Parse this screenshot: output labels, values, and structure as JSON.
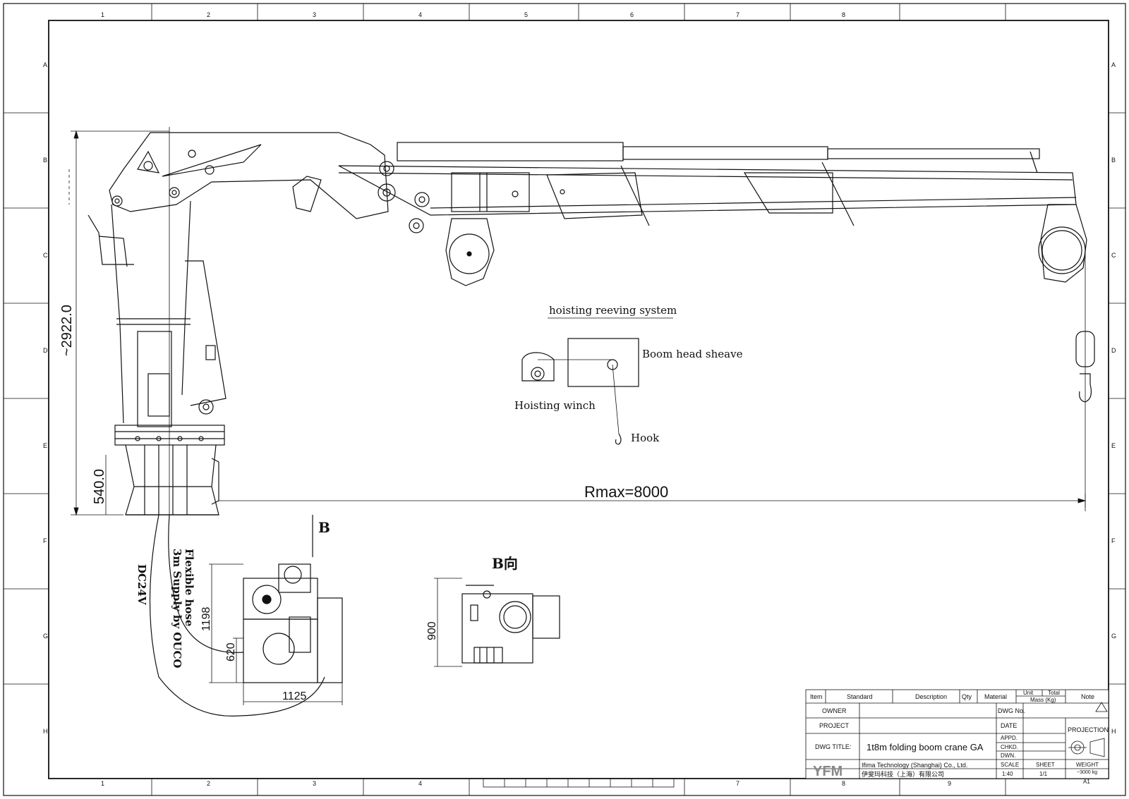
{
  "border": {
    "columns_top": [
      "1",
      "2",
      "3",
      "4",
      "5",
      "6",
      "7",
      "8"
    ],
    "columns_bottom": [
      "1",
      "2",
      "3",
      "4",
      "7",
      "8",
      "9"
    ],
    "rows": [
      "A",
      "B",
      "C",
      "D",
      "E",
      "F",
      "G",
      "H"
    ]
  },
  "crane": {
    "height_dim": "~2922.0",
    "base_dim": "540.0",
    "reach_label": "Rmax=8000"
  },
  "reeving": {
    "title": "hoisting reeving system",
    "sheave_label": "Boom head sheave",
    "winch_label": "Hoisting winch",
    "hook_label": "Hook"
  },
  "power_unit": {
    "view_marker": "B",
    "dc_label": "DC24V",
    "hose_label_1": "Flexible hose",
    "hose_label_2": "3m Supply by OUCO",
    "dim_height": "1198",
    "dim_mid": "620",
    "dim_width": "1125"
  },
  "view_b": {
    "title": "B向",
    "dim_height": "900"
  },
  "title_block": {
    "headers": {
      "item": "Item",
      "standard": "Standard",
      "description": "Description",
      "qty": "Qty",
      "material": "Material",
      "unit": "Unit",
      "total": "Total",
      "mass": "Mass (Kg)",
      "note": "Note"
    },
    "owner": "OWNER",
    "project": "PROJECT",
    "dwg_title_label": "DWG TITLE:",
    "dwg_title": "1t8m folding boom crane GA",
    "dwg_no": "DWG No.",
    "date": "DATE",
    "appd": "APPD.",
    "chkd": "CHKD.",
    "dwn": "DWN.",
    "projection": "PROJECTION",
    "logo": "YFM",
    "company_en": "Ifima Technology (Shanghai) Co., Ltd.",
    "company_cn": "伊斐玛科技（上海）有限公司",
    "scale_label": "SCALE",
    "scale": "1:40",
    "sheet_label": "SHEET",
    "sheet": "1/1",
    "weight_label": "WEIGHT",
    "weight": "~3000 kg",
    "size": "A1"
  }
}
